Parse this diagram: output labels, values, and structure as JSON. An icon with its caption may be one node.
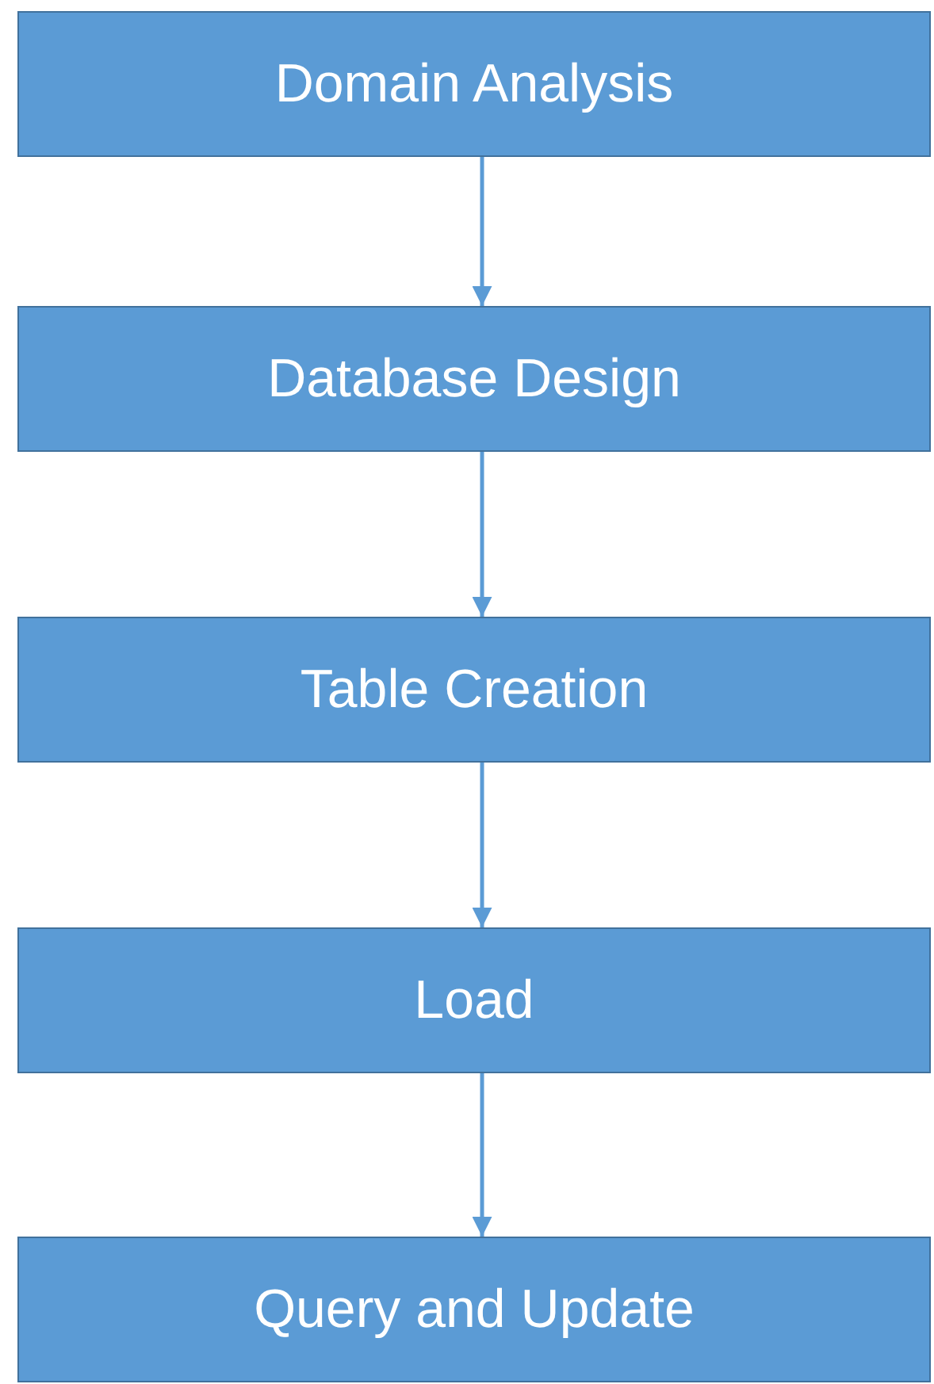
{
  "diagram": {
    "nodes": [
      {
        "text": [
          "Domain Analysis"
        ]
      },
      {
        "text": [
          "Database Design"
        ]
      },
      {
        "text": [
          "Table Creation"
        ]
      },
      {
        "text": [
          "Load"
        ]
      },
      {
        "text": [
          "Query and Update"
        ]
      }
    ],
    "edges": [
      {
        "from": 0,
        "to": 1,
        "arrow": "to"
      },
      {
        "from": 1,
        "to": 2,
        "arrow": "to"
      },
      {
        "from": 2,
        "to": 3,
        "arrow": "to"
      },
      {
        "from": 3,
        "to": 4,
        "arrow": "to"
      }
    ]
  }
}
